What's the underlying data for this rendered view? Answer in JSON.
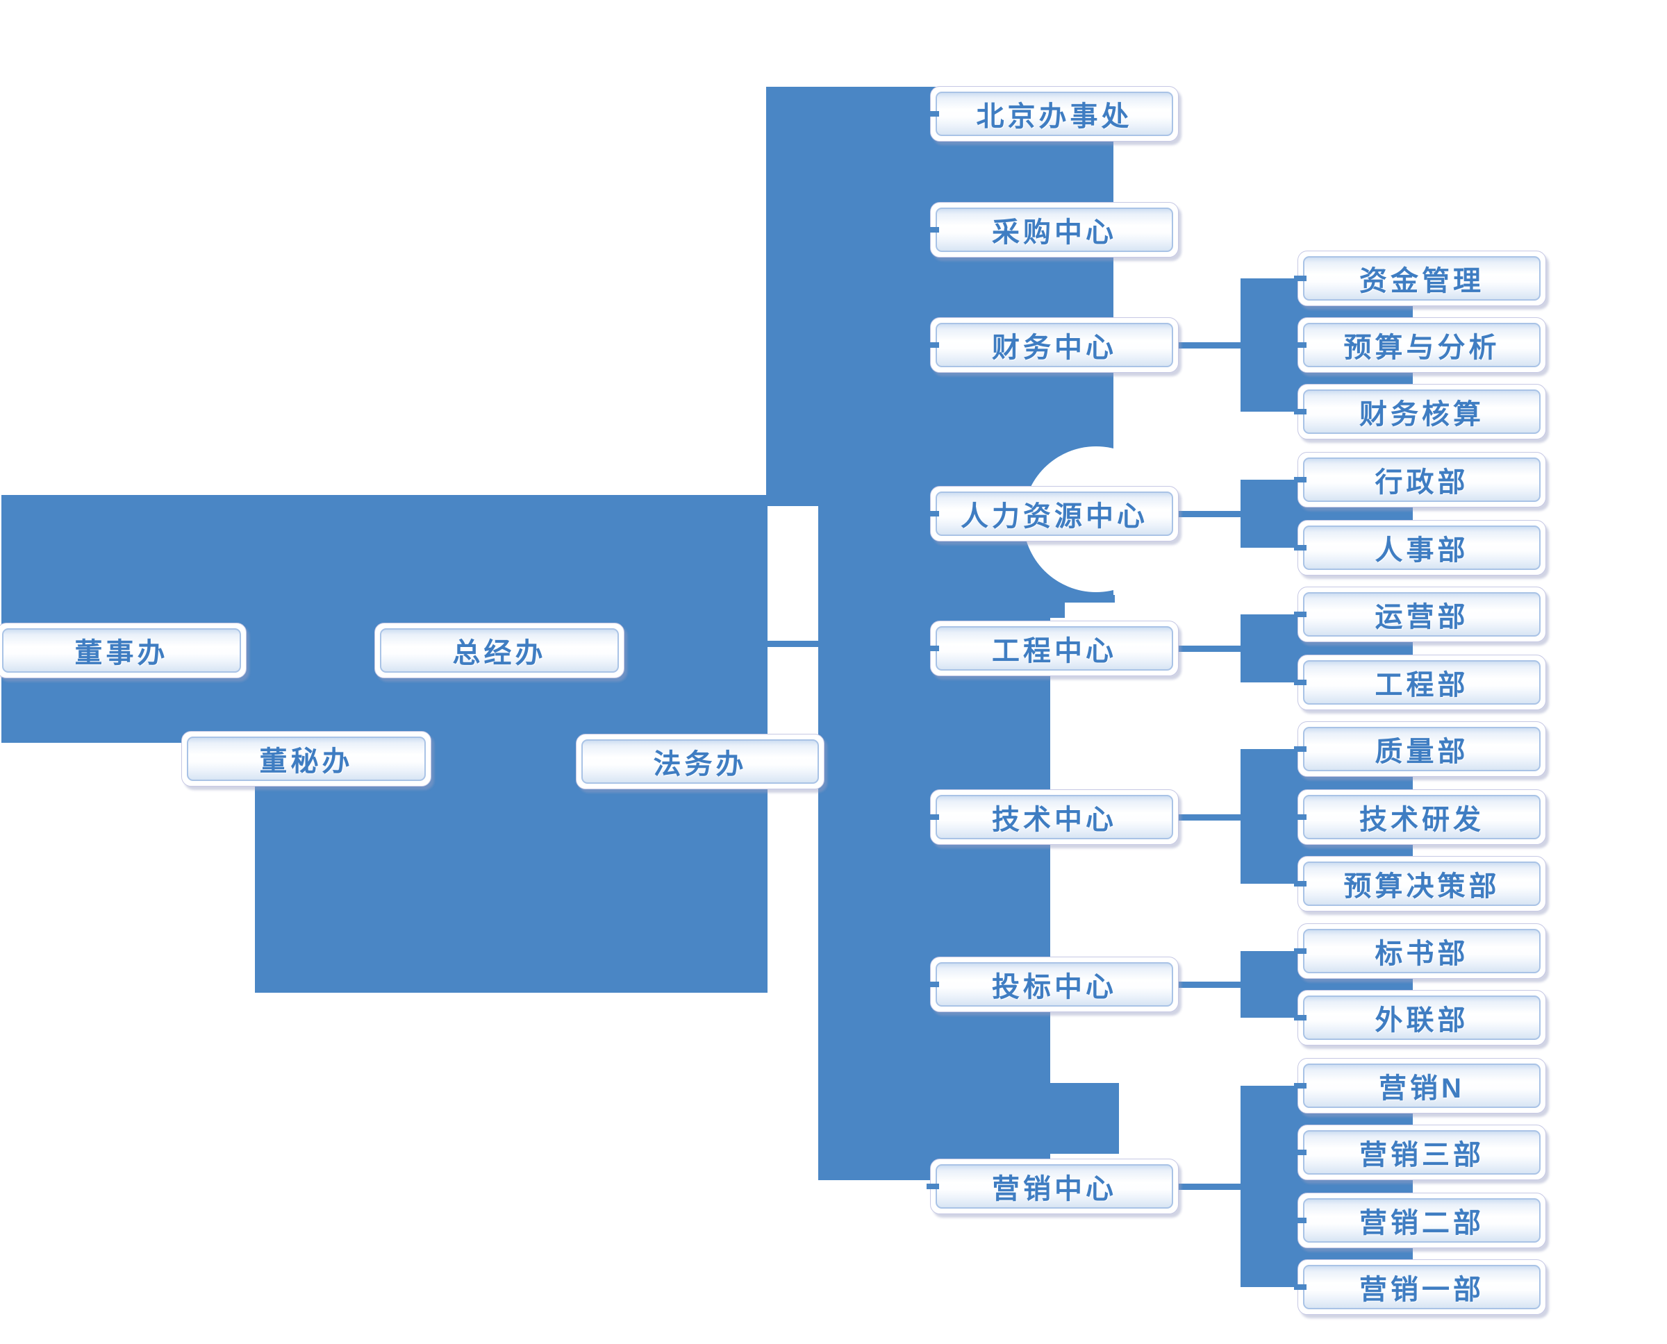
{
  "colors": {
    "shape_blue": "#4a86c5",
    "box_text_blue": "#3f7dc2",
    "box_border_blue": "#a9c3e6",
    "box_outline_lavender": "#c6c8e4"
  },
  "org": {
    "left_group": [
      {
        "id": "board-office",
        "label": "董事办"
      },
      {
        "id": "general-manager-office",
        "label": "总经办"
      },
      {
        "id": "board-secretary-office",
        "label": "董秘办"
      },
      {
        "id": "legal-office",
        "label": "法务办"
      }
    ],
    "centers": [
      {
        "id": "beijing-office",
        "label": "北京办事处",
        "children": []
      },
      {
        "id": "procurement-center",
        "label": "采购中心",
        "children": []
      },
      {
        "id": "finance-center",
        "label": "财务中心",
        "children": [
          {
            "id": "fund-management",
            "label": "资金管理"
          },
          {
            "id": "budget-analysis",
            "label": "预算与分析"
          },
          {
            "id": "financial-accounting",
            "label": "财务核算"
          }
        ]
      },
      {
        "id": "hr-center",
        "label": "人力资源中心",
        "children": [
          {
            "id": "admin-dept",
            "label": "行政部"
          },
          {
            "id": "personnel-dept",
            "label": "人事部"
          }
        ]
      },
      {
        "id": "engineering-center",
        "label": "工程中心",
        "children": [
          {
            "id": "operations-dept",
            "label": "运营部"
          },
          {
            "id": "engineering-dept",
            "label": "工程部"
          }
        ]
      },
      {
        "id": "technology-center",
        "label": "技术中心",
        "children": [
          {
            "id": "quality-dept",
            "label": "质量部"
          },
          {
            "id": "tech-rd-dept",
            "label": "技术研发"
          },
          {
            "id": "budget-decision-dept",
            "label": "预算决策部"
          }
        ]
      },
      {
        "id": "bidding-center",
        "label": "投标中心",
        "children": [
          {
            "id": "bid-document-dept",
            "label": "标书部"
          },
          {
            "id": "external-relations-dept",
            "label": "外联部"
          }
        ]
      },
      {
        "id": "marketing-center",
        "label": "营销中心",
        "children": [
          {
            "id": "marketing-n",
            "label": "营销N"
          },
          {
            "id": "marketing-3",
            "label": "营销三部"
          },
          {
            "id": "marketing-2",
            "label": "营销二部"
          },
          {
            "id": "marketing-1",
            "label": "营销一部"
          }
        ]
      }
    ]
  }
}
